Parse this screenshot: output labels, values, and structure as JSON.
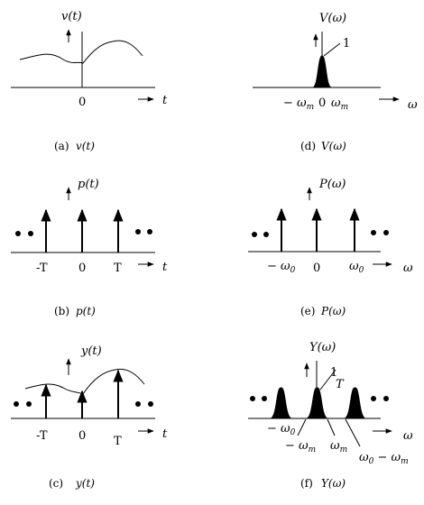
{
  "panels": {
    "a": {
      "signal_label": "v(t)",
      "axis_label": "t",
      "origin": "0",
      "caption_tag": "(a)",
      "caption_name": "v(t)"
    },
    "b": {
      "signal_label": "p(t)",
      "axis_label": "t",
      "tick_left": "-T",
      "origin": "0",
      "tick_right": "T",
      "caption_tag": "(b)",
      "caption_name": "p(t)"
    },
    "c": {
      "signal_label": "y(t)",
      "axis_label": "t",
      "tick_left": "-T",
      "origin": "0",
      "tick_right": "T",
      "caption_tag": "(c)",
      "caption_name": "y(t)"
    },
    "d": {
      "signal_label": "V(ω)",
      "peak_label": "1",
      "axis_label": "ω",
      "tick_left_main": "− ω",
      "tick_left_sub": "m",
      "origin": "0",
      "tick_right_main": "ω",
      "tick_right_sub": "m",
      "caption_tag": "(d)",
      "caption_name": "V(ω)"
    },
    "e": {
      "signal_label": "P(ω)",
      "axis_label": "ω",
      "tick_left_main": "− ω",
      "tick_left_sub": "0",
      "origin": "0",
      "tick_right_main": "ω",
      "tick_right_sub": "0",
      "caption_tag": "(e)",
      "caption_name": "P(ω)"
    },
    "f": {
      "signal_label": "Y(ω)",
      "peak_num": "1",
      "peak_den": "T",
      "axis_label": "ω",
      "tick_left_main": "− ω",
      "tick_left_sub": "0",
      "tick_a_main": "− ω",
      "tick_a_sub": "m",
      "tick_b_main": "ω",
      "tick_b_sub": "m",
      "tick_c_main": "ω",
      "tick_c_sub": "0",
      "tick_c_rest_main": " − ω",
      "tick_c_rest_sub": "m",
      "caption_tag": "(f)",
      "caption_name": "Y(ω)"
    }
  }
}
